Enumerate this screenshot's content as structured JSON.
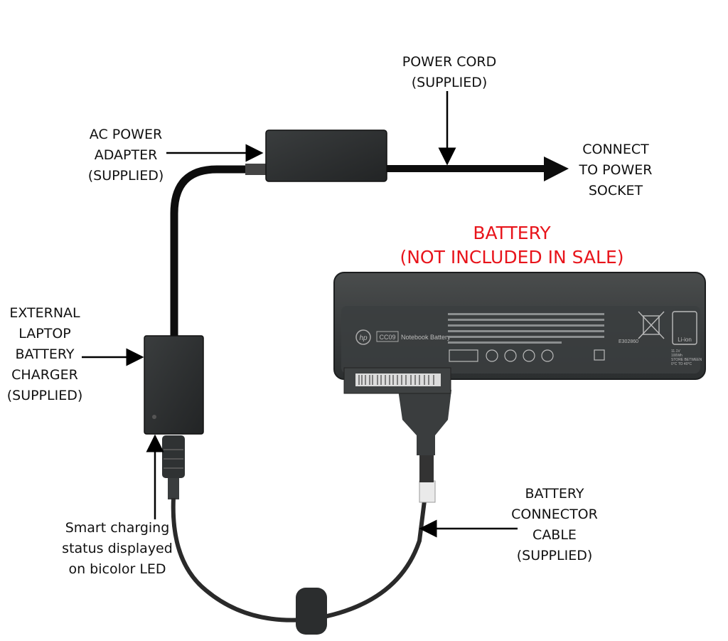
{
  "labels": {
    "power_cord": [
      "POWER CORD",
      "(SUPPLIED)"
    ],
    "ac_adapter": [
      "AC POWER",
      "ADAPTER",
      "(SUPPLIED)"
    ],
    "connect": [
      "CONNECT",
      "TO POWER",
      "SOCKET"
    ],
    "battery_title": [
      "BATTERY",
      "(NOT INCLUDED IN SALE)"
    ],
    "charger": [
      "EXTERNAL",
      "LAPTOP",
      "BATTERY",
      "CHARGER",
      "(SUPPLIED)"
    ],
    "led": [
      "Smart charging",
      "status displayed",
      "on bicolor LED"
    ],
    "cable": [
      "BATTERY",
      "CONNECTOR",
      "CABLE",
      "(SUPPLIED)"
    ]
  },
  "battery": {
    "brand_mark": "hp",
    "model_badge": "CC09",
    "product_text": "Notebook Battery",
    "chemistry": "Li-ion",
    "spec_lines": [
      "11.1V",
      "100Wh",
      "STORE BETWEEN",
      "0°C TO 40°C"
    ],
    "serial_text": "E302860"
  },
  "colors": {
    "accent_red": "#e8141b",
    "device_dark": "#2b2d2e",
    "cable": "#0d0d0d"
  }
}
